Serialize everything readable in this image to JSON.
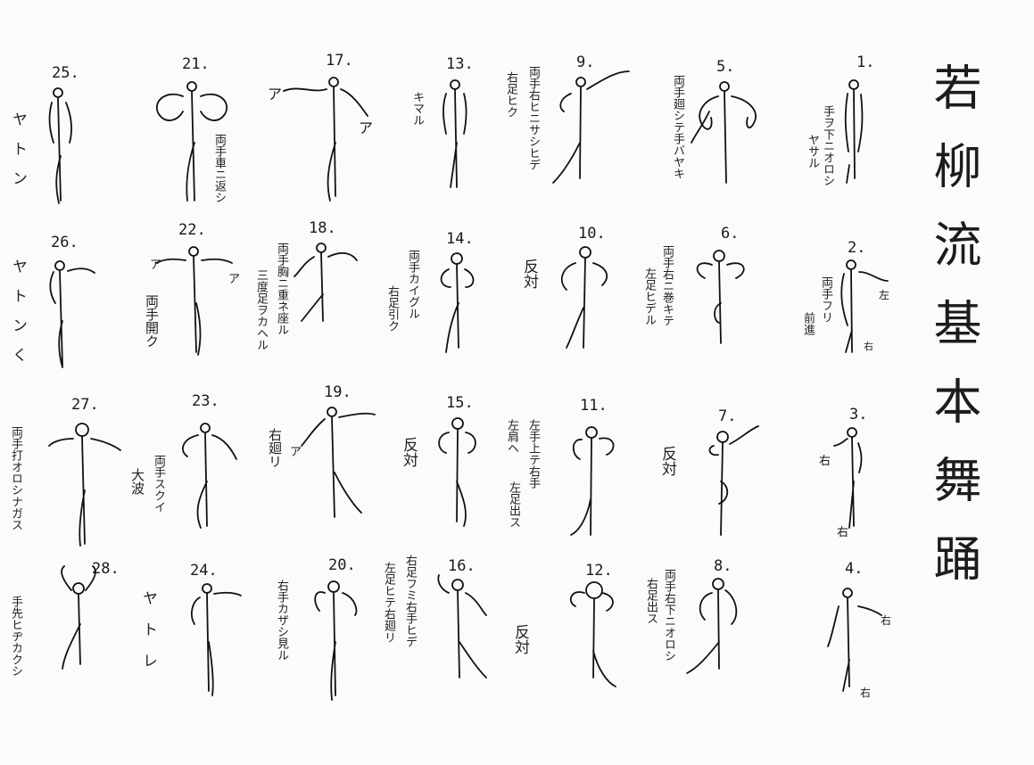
{
  "title": "若柳流基本舞踊",
  "figures": [
    {
      "n": "1.",
      "notes": [
        "手ヲ下ニオロシ",
        "ヤサル"
      ]
    },
    {
      "n": "2.",
      "notes": [
        "両手フリ",
        "前進"
      ],
      "marks": [
        "左",
        "右"
      ]
    },
    {
      "n": "3.",
      "marks": [
        "右",
        "右"
      ]
    },
    {
      "n": "4.",
      "marks": [
        "右",
        "右"
      ]
    },
    {
      "n": "5.",
      "notes": [
        "両手廻シテ手バヤキ"
      ]
    },
    {
      "n": "6.",
      "notes": [
        "両手右ニ巻キテ",
        "左足ヒデル"
      ]
    },
    {
      "n": "7.",
      "notes": [
        "反対"
      ]
    },
    {
      "n": "8.",
      "notes": [
        "両手右下ニオロシ",
        "右足出ス"
      ]
    },
    {
      "n": "9.",
      "notes": [
        "両手右ヒニサシヒデ",
        "右足ヒク"
      ]
    },
    {
      "n": "10.",
      "notes": [
        "反対"
      ]
    },
    {
      "n": "11."
    },
    {
      "n": "12."
    },
    {
      "n": "13.",
      "notes": [
        "キマル"
      ]
    },
    {
      "n": "14.",
      "notes": [
        "両手カイグル",
        "右足引ク"
      ]
    },
    {
      "n": "15.",
      "notes": [
        "反対",
        "左手上テ右手",
        "左肩ヘ",
        "左足出ス"
      ]
    },
    {
      "n": "16.",
      "notes": [
        "反対"
      ]
    },
    {
      "n": "17.",
      "marks": [
        "ア",
        "ア"
      ]
    },
    {
      "n": "18.",
      "notes": [
        "両手胸ニ重ネ座ル",
        "三度足ヲカヘル"
      ]
    },
    {
      "n": "19.",
      "notes": [
        "右廻リ"
      ],
      "marks": [
        "ア"
      ]
    },
    {
      "n": "20.",
      "notes": [
        "右手カザシ見ル",
        "左足ヒテ右廻リ",
        "右足フミ右手ヒデ"
      ]
    },
    {
      "n": "21.",
      "notes": [
        "両手車ニ返シ"
      ]
    },
    {
      "n": "22.",
      "notes": [
        "両手開ク"
      ],
      "marks": [
        "ア",
        "ア"
      ]
    },
    {
      "n": "23.",
      "notes": [
        "両手スクイ",
        "大波"
      ]
    },
    {
      "n": "24.",
      "notes": [
        "ヤトレ"
      ]
    },
    {
      "n": "25.",
      "notes": [
        "ヤトン"
      ]
    },
    {
      "n": "26.",
      "notes": [
        "ヤトンく"
      ]
    },
    {
      "n": "27.",
      "notes": [
        "両手打オロシナガス"
      ]
    },
    {
      "n": "28.",
      "notes": [
        "手先ヒヂカクシ"
      ]
    }
  ]
}
